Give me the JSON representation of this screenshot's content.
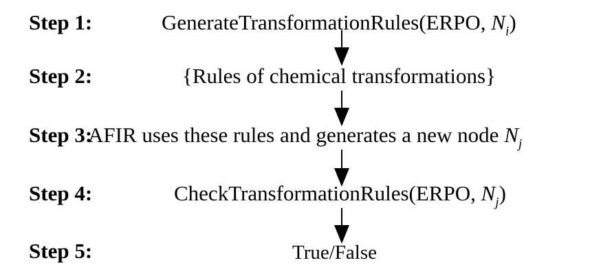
{
  "diagram": {
    "title": "Transformation rules flow",
    "colors": {
      "text": "#000000",
      "background": "#ffffff"
    },
    "steps": [
      {
        "label": "Step 1:",
        "content": {
          "pre": "GenerateTransformationRules(ERPO, ",
          "var": "N",
          "sub": "i",
          "post": ")"
        }
      },
      {
        "label": "Step 2:",
        "content": {
          "pre": "{Rules of chemical transformations}",
          "var": "",
          "sub": "",
          "post": ""
        }
      },
      {
        "label": "Step 3:",
        "content": {
          "pre": "AFIR uses these rules and generates a new node ",
          "var": "N",
          "sub": "j",
          "post": ""
        }
      },
      {
        "label": "Step 4:",
        "content": {
          "pre": "CheckTransformationRules(ERPO, ",
          "var": "N",
          "sub": "j",
          "post": ")"
        }
      },
      {
        "label": "Step 5:",
        "content": {
          "pre": "True/False",
          "var": "",
          "sub": "",
          "post": ""
        }
      }
    ],
    "arrows": [
      "arrow-down",
      "arrow-down",
      "arrow-down",
      "arrow-down"
    ]
  }
}
